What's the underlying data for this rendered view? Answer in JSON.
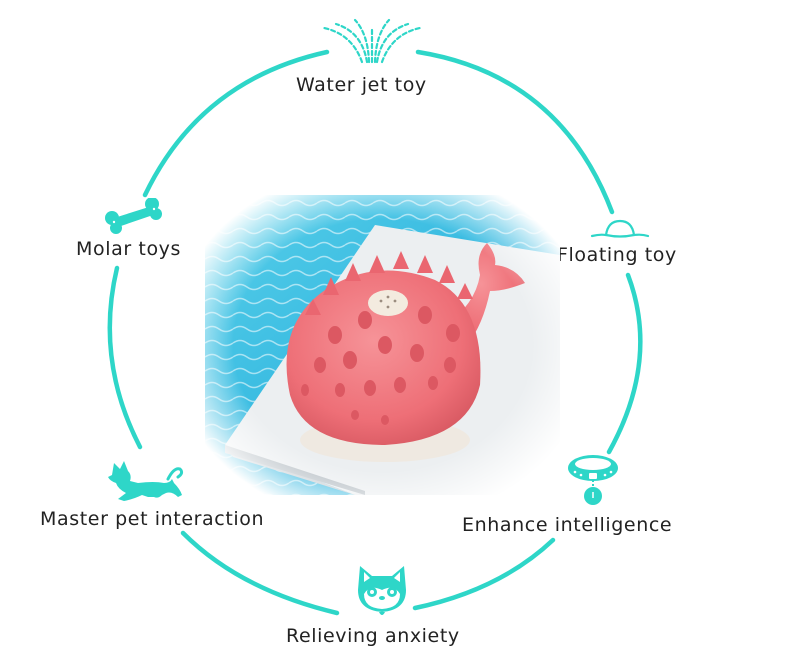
{
  "theme": {
    "accent": "#2ed6c8",
    "text": "#222222",
    "background": "#ffffff",
    "toy_pink": "#f0737a",
    "toy_pink_dark": "#d9545e",
    "toy_base": "#f1ede6",
    "water": "#3fc3e3",
    "deck": "#e9ecee"
  },
  "features": [
    {
      "id": "water-jet",
      "label": "Water jet toy",
      "icon": "water-fountain-icon"
    },
    {
      "id": "floating",
      "label": "Floating toy",
      "icon": "floating-buoy-icon"
    },
    {
      "id": "intelligence",
      "label": "Enhance intelligence",
      "icon": "dog-collar-icon"
    },
    {
      "id": "anxiety",
      "label": "Relieving anxiety",
      "icon": "shiba-dog-face-icon"
    },
    {
      "id": "interaction",
      "label": "Master pet interaction",
      "icon": "running-dog-icon"
    },
    {
      "id": "molar",
      "label": "Molar toys",
      "icon": "bone-icon"
    }
  ],
  "center_image": {
    "subject": "pink whale-shaped spiky water-jet dog toy on pool edge",
    "icon": "whale-toy-photo"
  }
}
